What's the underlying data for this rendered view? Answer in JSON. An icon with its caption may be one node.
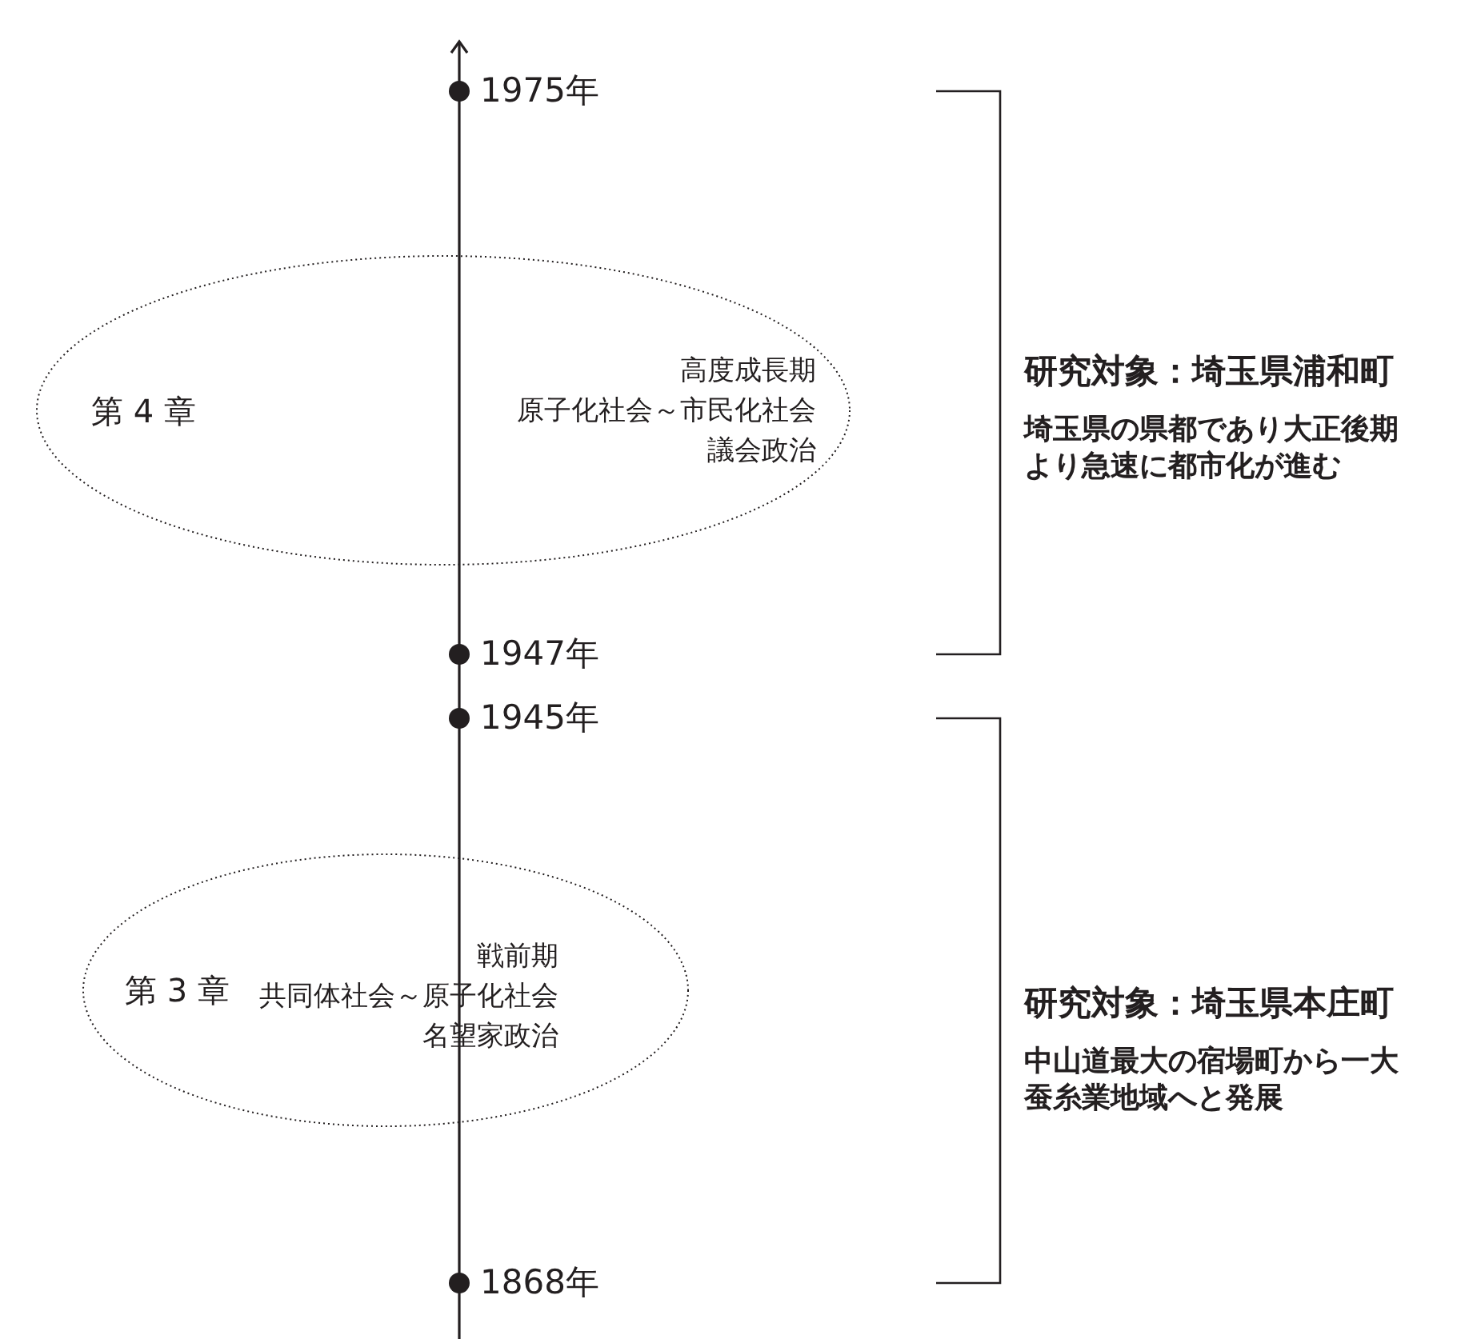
{
  "diagram": {
    "nodes": [
      {
        "text": [
          "1975年"
        ]
      },
      {
        "text": [
          "第 4 章",
          "高度成長期",
          "原子化社会～市民化社会",
          "議会政治"
        ]
      },
      {
        "text": [
          "1947年"
        ]
      },
      {
        "text": [
          "1945年"
        ]
      },
      {
        "text": [
          "第 3 章",
          "戦前期",
          "共同体社会～原子化社会",
          "名望家政治"
        ]
      },
      {
        "text": [
          "1868年"
        ]
      }
    ],
    "labels": [
      "研究対象：埼玉県浦和町",
      "埼玉県の県都であり大正後期より急速に都市化が進む",
      "研究対象：埼玉県本庄町",
      "中山道最大の宿場町から一大蚕糸業地域へと発展"
    ]
  }
}
